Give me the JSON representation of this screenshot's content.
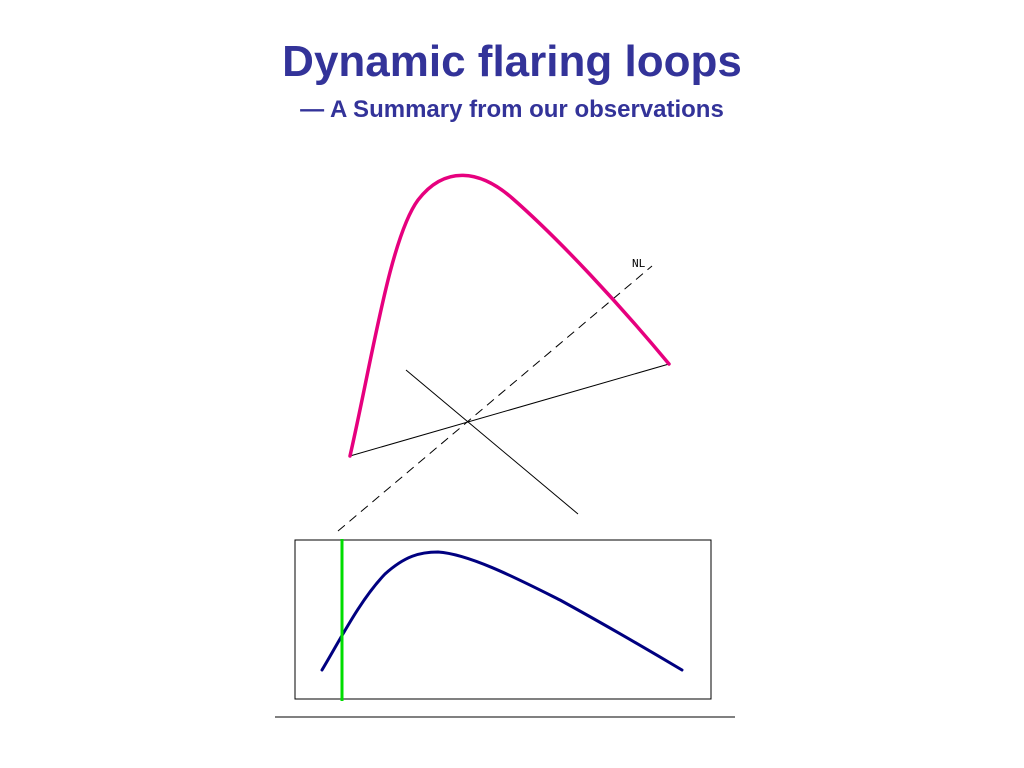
{
  "slide": {
    "title": "Dynamic flaring loops",
    "subtitle": "— A Summary from our observations"
  },
  "diagram": {
    "neutral_line_label": "NL",
    "colors": {
      "title": "#333399",
      "flaring_loop": "#e6007e",
      "light_curve": "#000080",
      "marker": "#00dd00",
      "lines": "#000000"
    }
  }
}
